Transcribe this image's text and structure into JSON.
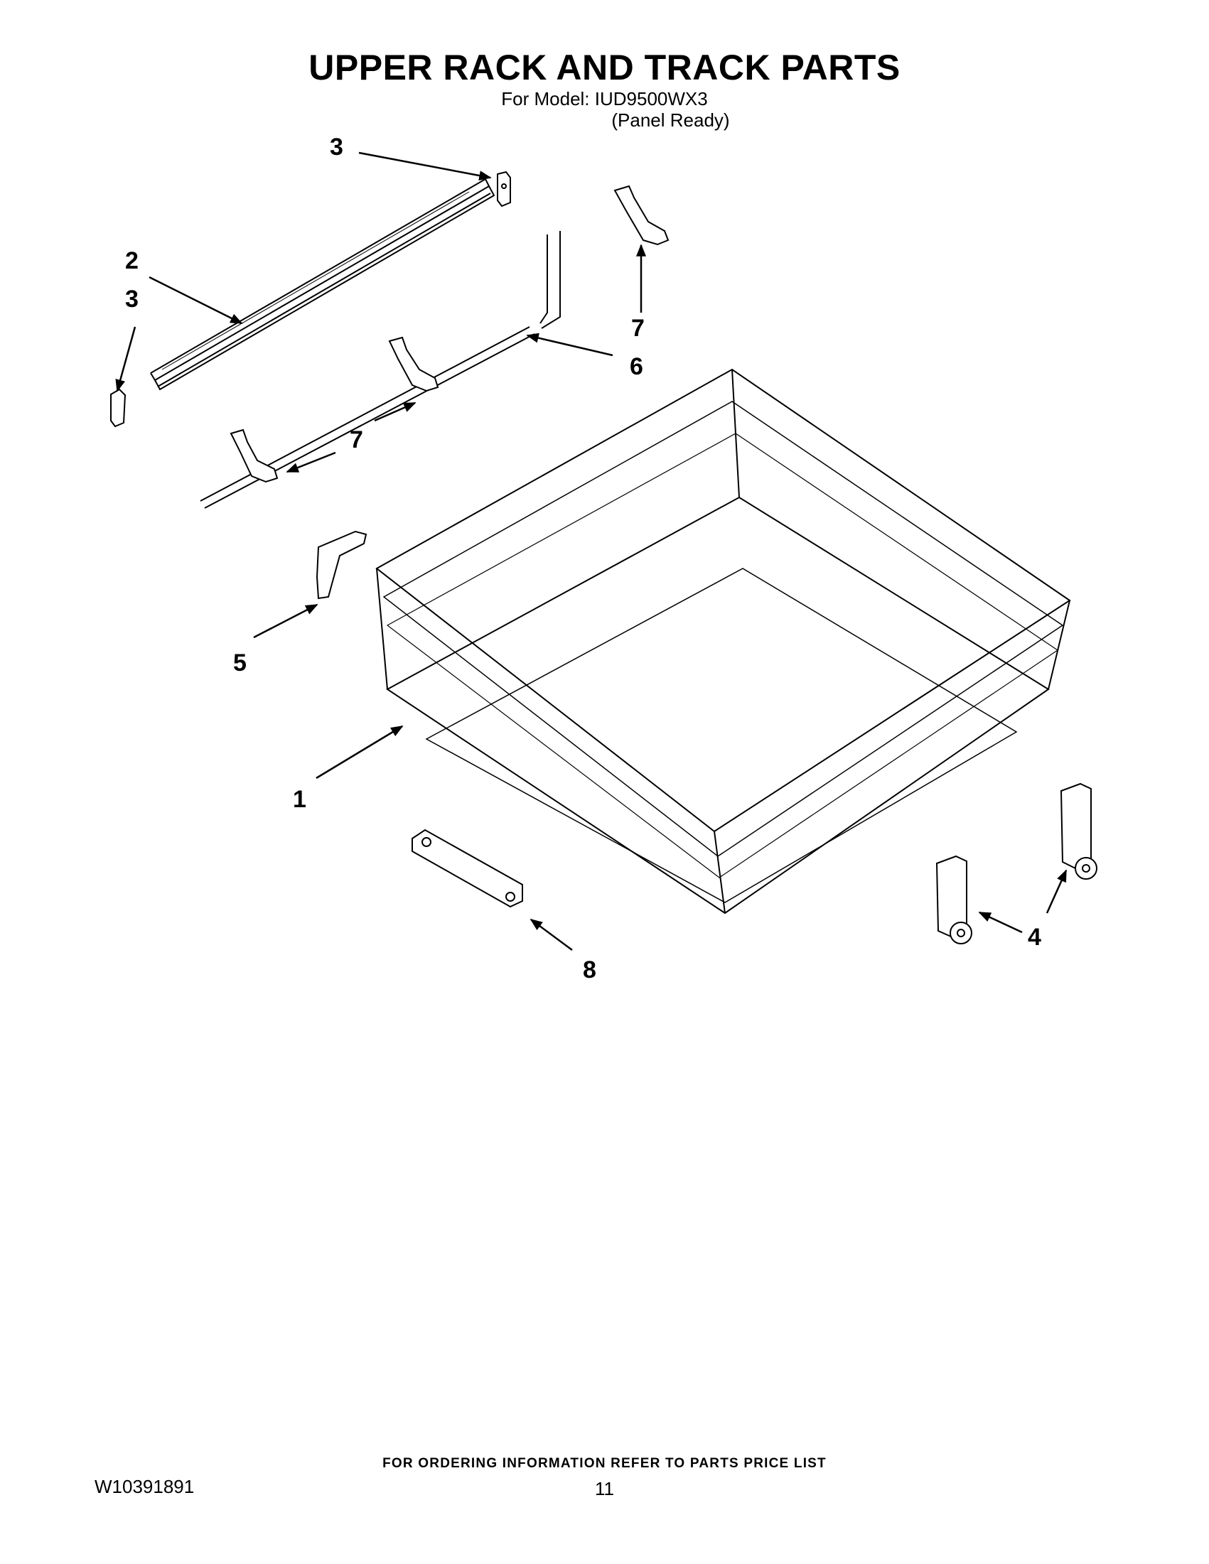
{
  "header": {
    "title": "UPPER RACK AND TRACK PARTS",
    "model_line": "For Model: IUD9500WX3",
    "model_variant": "(Panel Ready)"
  },
  "callouts": [
    "3",
    "2",
    "3",
    "7",
    "6",
    "7",
    "5",
    "1",
    "8",
    "4"
  ],
  "footer": {
    "ordering_note": "FOR ORDERING INFORMATION REFER TO PARTS PRICE LIST",
    "document_number": "W10391891",
    "page_number": "11"
  },
  "colors": {
    "ink": "#000000",
    "paper": "#ffffff"
  }
}
